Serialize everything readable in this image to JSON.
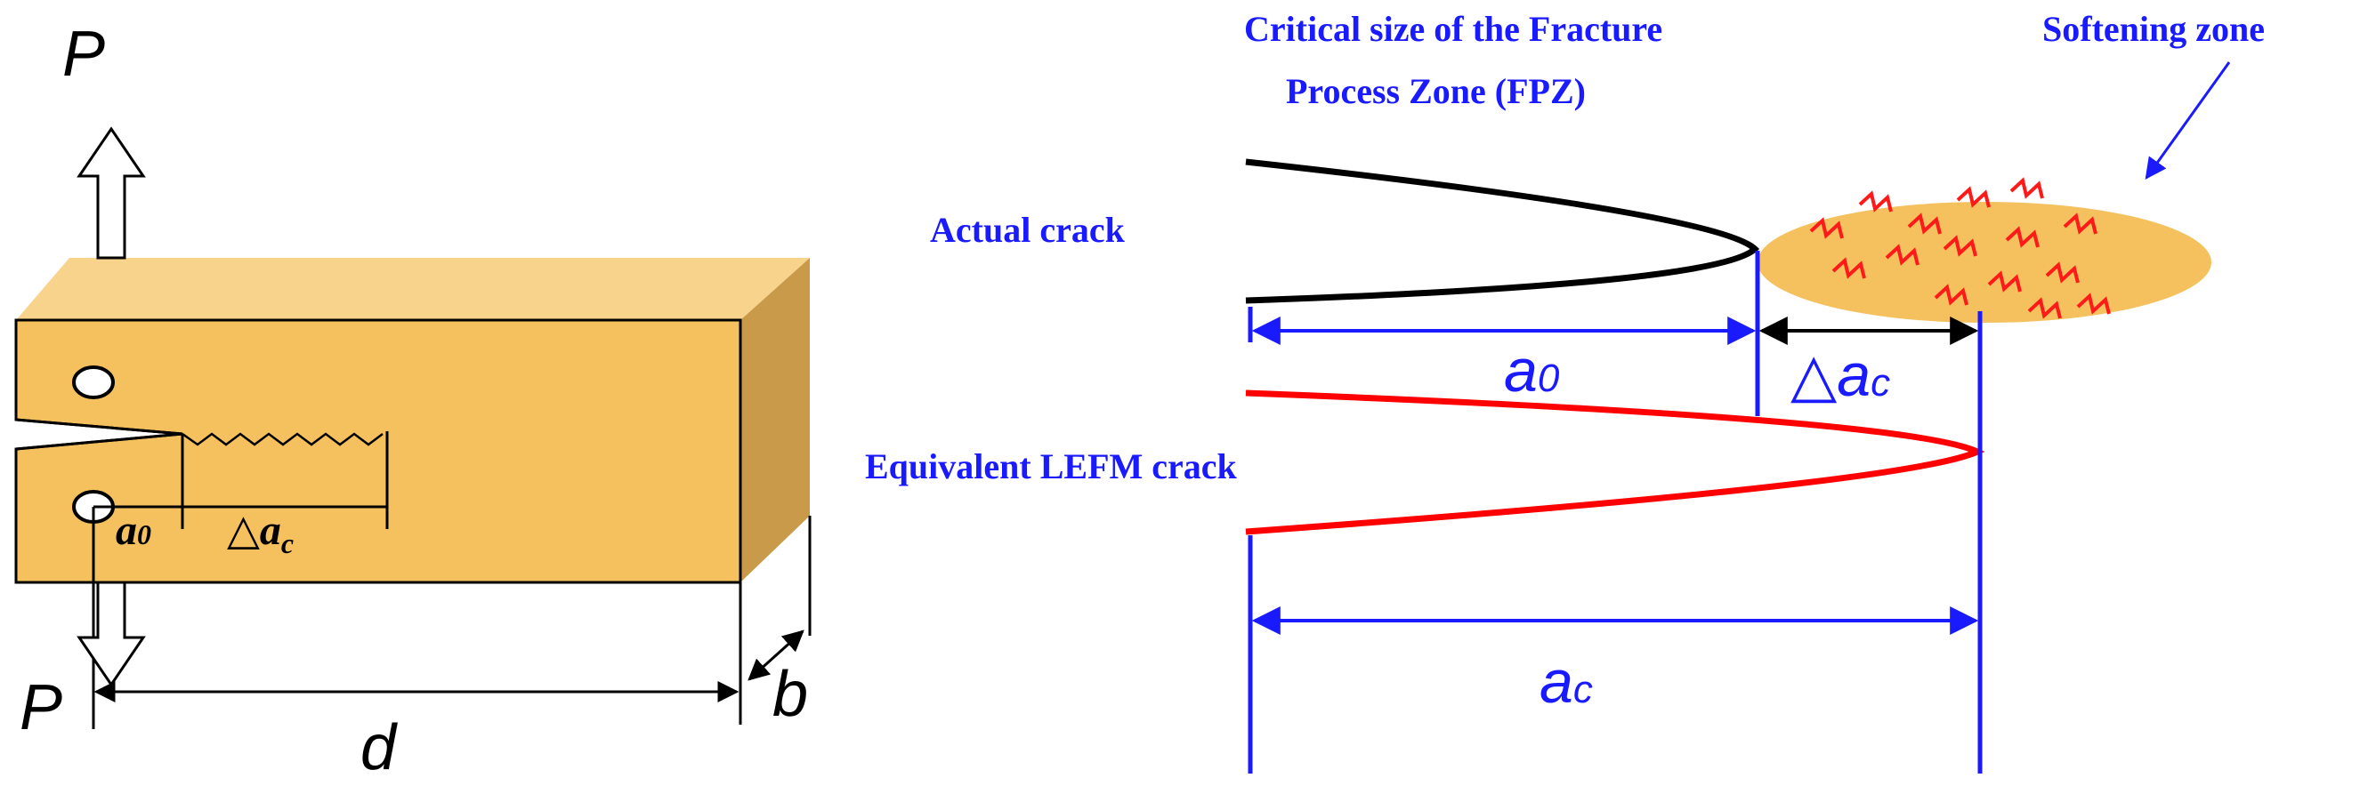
{
  "colors": {
    "specimen_front": "#f5c15f",
    "specimen_top": "#f8d38c",
    "specimen_side": "#c99a4a",
    "fpz_fill": "#f5c15f",
    "zigzag": "#ff1a1a",
    "dimension_blue": "#1a1aff",
    "lefm_crack": "#ff0000",
    "actual_crack": "#000000"
  },
  "specimen": {
    "load_top": "P",
    "load_bottom": "P",
    "initial_crack": "a",
    "initial_crack_sub": "0",
    "crack_growth_delta": "△",
    "crack_growth_a": "a",
    "crack_growth_sub": "c",
    "depth_label": "d",
    "thickness_label": "b"
  },
  "fpz_diagram": {
    "fpz_title_line1": "Critical size of the Fracture",
    "fpz_title_line2": "Process Zone (FPZ)",
    "softening_zone": "Softening zone",
    "actual_crack": "Actual crack",
    "equivalent_crack": "Equivalent LEFM crack",
    "a0_a": "a",
    "a0_sub": "0",
    "delta_ac_delta": "△",
    "delta_ac_a": "a",
    "delta_ac_sub": "c",
    "ac_a": "a",
    "ac_sub": "c"
  }
}
